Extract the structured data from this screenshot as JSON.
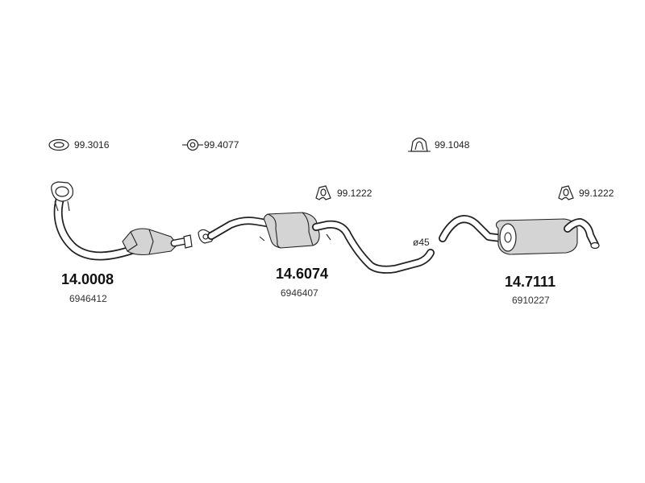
{
  "accessories": [
    {
      "id": "ring",
      "code": "99.3016",
      "icon": "gasket-ring-icon"
    },
    {
      "id": "seal",
      "code": "99.4077",
      "icon": "flange-seal-icon"
    },
    {
      "id": "clamp",
      "code": "99.1048",
      "icon": "u-clamp-icon"
    },
    {
      "id": "hanger-middle",
      "code": "99.1222",
      "icon": "rubber-hanger-icon"
    },
    {
      "id": "hanger-rear",
      "code": "99.1222",
      "icon": "rubber-hanger-icon"
    }
  ],
  "parts": [
    {
      "id": "front",
      "number": "14.0008",
      "oem": "6946412",
      "name": "catalytic-converter-front-pipe"
    },
    {
      "id": "middle",
      "number": "14.6074",
      "oem": "6946407",
      "name": "middle-silencer"
    },
    {
      "id": "rear",
      "number": "14.7111",
      "oem": "6910227",
      "name": "rear-silencer"
    }
  ],
  "notes": {
    "diameter": "ø45"
  },
  "colors": {
    "line": "#222222",
    "shade": "#d4d4d4",
    "background": "#ffffff"
  }
}
